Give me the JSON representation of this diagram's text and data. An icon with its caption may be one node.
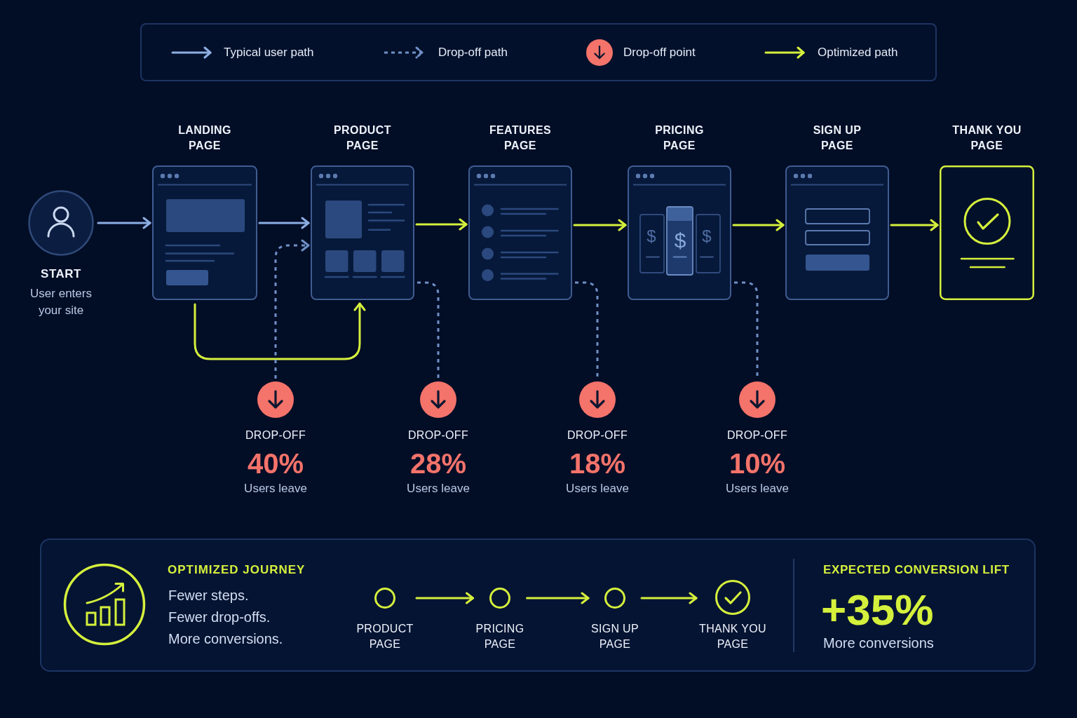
{
  "diagram": {
    "nodes": [
      {
        "text": [
          "START",
          "User enters your site"
        ]
      },
      {
        "text": [
          "LANDING PAGE"
        ]
      },
      {
        "text": [
          "PRODUCT PAGE"
        ]
      },
      {
        "text": [
          "FEATURES PAGE"
        ]
      },
      {
        "text": [
          "PRICING PAGE"
        ]
      },
      {
        "text": [
          "SIGN UP PAGE"
        ]
      },
      {
        "text": [
          "THANK YOU PAGE"
        ]
      },
      {
        "text": [
          "DROP-OFF",
          "40%",
          "Users leave"
        ]
      },
      {
        "text": [
          "DROP-OFF",
          "28%",
          "Users leave"
        ]
      },
      {
        "text": [
          "DROP-OFF",
          "18%",
          "Users leave"
        ]
      },
      {
        "text": [
          "DROP-OFF",
          "10%",
          "Users leave"
        ]
      },
      {
        "text": [
          "OPTIMIZED JOURNEY",
          "Fewer steps.",
          "Fewer drop-offs.",
          "More conversions.",
          "EXPECTED CONVERSION LIFT",
          "+35%",
          "More conversions"
        ]
      },
      {
        "text": [
          "PRODUCT PAGE"
        ],
        "in": 11
      },
      {
        "text": [
          "PRICING PAGE"
        ],
        "in": 11
      },
      {
        "text": [
          "SIGN UP PAGE"
        ],
        "in": 11
      },
      {
        "text": [
          "THANK YOU PAGE"
        ],
        "in": 11
      }
    ],
    "edges": [
      {
        "from": 0,
        "to": 1,
        "arrow": "to",
        "color": "#8caee3"
      },
      {
        "from": 1,
        "to": 2,
        "arrow": "to",
        "color": "#8caee3"
      },
      {
        "from": 2,
        "to": 3,
        "arrow": "to"
      },
      {
        "from": 3,
        "to": 4,
        "arrow": "to"
      },
      {
        "from": 4,
        "to": 5,
        "arrow": "to"
      },
      {
        "from": 5,
        "to": 6,
        "arrow": "to"
      },
      {
        "from": 1,
        "to": 2,
        "arrow": "to"
      },
      {
        "from": 7,
        "to": 2,
        "arrow": "to",
        "style": "dashed",
        "color": "#6f90c6"
      },
      {
        "from": 2,
        "to": 8,
        "arrow": "none",
        "style": "dashed",
        "color": "#6f90c6"
      },
      {
        "from": 3,
        "to": 9,
        "arrow": "none",
        "style": "dashed",
        "color": "#6f90c6"
      },
      {
        "from": 4,
        "to": 10,
        "arrow": "none",
        "style": "dashed",
        "color": "#6f90c6"
      },
      {
        "from": 12,
        "to": 13,
        "arrow": "to"
      },
      {
        "from": 13,
        "to": 14,
        "arrow": "to"
      },
      {
        "from": 14,
        "to": 15,
        "arrow": "to"
      }
    ],
    "labels": [
      "$",
      "$",
      "$"
    ],
    "legend": [
      {
        "text": "Typical user path"
      },
      {
        "text": "Drop-off path"
      },
      {
        "text": "Drop-off point"
      },
      {
        "text": "Optimized path"
      }
    ]
  }
}
